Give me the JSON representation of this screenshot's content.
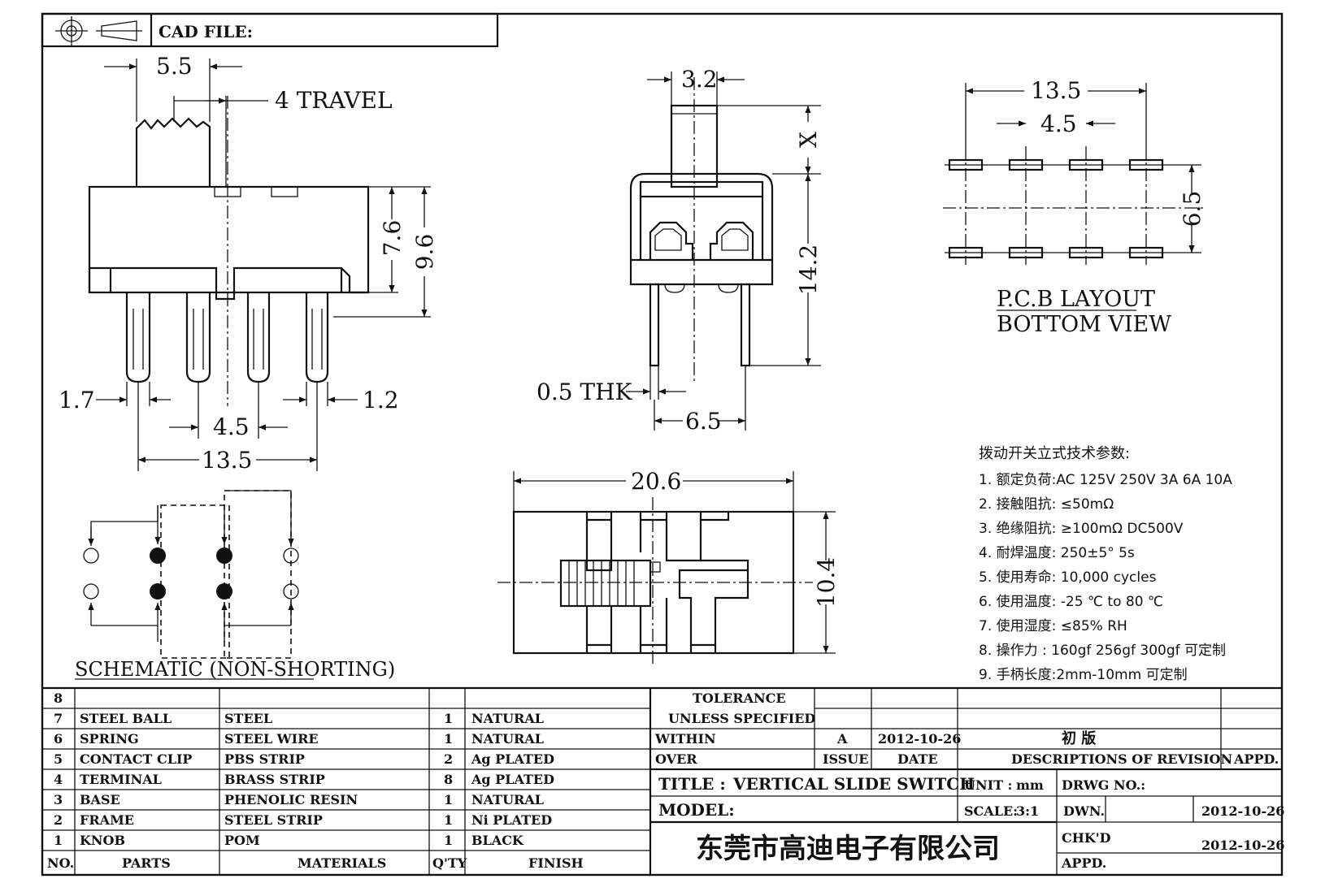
{
  "header": {
    "cad_file_label": "CAD FILE:",
    "projection_symbol": "third-angle-projection-icon"
  },
  "side_view": {
    "dim_knob_width": "5.5",
    "dim_travel": "4 TRAVEL",
    "dim_body_height": "7.6",
    "dim_total_height": "9.6",
    "dim_pin_width": "1.7",
    "dim_pin_width_right": "1.2",
    "dim_pin_pitch": "4.5",
    "dim_overall_pitch": "13.5"
  },
  "end_view": {
    "dim_knob": "3.2",
    "dim_x": "X",
    "dim_height": "14.2",
    "dim_thk": "0.5 THK",
    "dim_pin_span": "6.5"
  },
  "pcb": {
    "dim_total": "13.5",
    "dim_pitch": "4.5",
    "dim_row_gap": "6.5",
    "title_line1": "P.C.B LAYOUT",
    "title_line2": "BOTTOM VIEW"
  },
  "top_view": {
    "dim_length": "20.6",
    "dim_width": "10.4"
  },
  "schematic": {
    "label": "SCHEMATIC (NON-SHORTING)"
  },
  "specs": {
    "heading": "拨动开关立式技术参数:",
    "items": [
      "1.  额定负荷:AC 125V 250V    3A    6A    10A",
      "2.  接触阻抗:  ≤50mΩ",
      "3.  绝缘阻抗:  ≥100mΩ    DC500V",
      "4.  耐焊温度: 250±5°   5s",
      "5.  使用寿命: 10,000 cycles",
      "6.  使用温度: -25  ℃   to 80  ℃",
      "7.  使用湿度:  ≤85% RH",
      "8.  操作力 : 160gf    256gf    300gf   可定制",
      "9.  手柄长度:2mm-10mm    可定制"
    ]
  },
  "bom": {
    "headers": {
      "no": "NO.",
      "parts": "PARTS",
      "materials": "MATERIALS",
      "qty": "Q'TY",
      "finish": "FINISH"
    },
    "rows": [
      {
        "no": "8",
        "part": "",
        "material": "",
        "qty": "",
        "finish": ""
      },
      {
        "no": "7",
        "part": "STEEL BALL",
        "material": "STEEL",
        "qty": "1",
        "finish": "NATURAL"
      },
      {
        "no": "6",
        "part": "SPRING",
        "material": "STEEL WIRE",
        "qty": "1",
        "finish": "NATURAL"
      },
      {
        "no": "5",
        "part": "CONTACT CLIP",
        "material": "PBS STRIP",
        "qty": "2",
        "finish": "Ag PLATED"
      },
      {
        "no": "4",
        "part": "TERMINAL",
        "material": "BRASS STRIP",
        "qty": "8",
        "finish": "Ag PLATED"
      },
      {
        "no": "3",
        "part": "BASE",
        "material": "PHENOLIC RESIN",
        "qty": "1",
        "finish": "NATURAL"
      },
      {
        "no": "2",
        "part": "FRAME",
        "material": "STEEL STRIP",
        "qty": "1",
        "finish": "Ni PLATED"
      },
      {
        "no": "1",
        "part": "KNOB",
        "material": "POM",
        "qty": "1",
        "finish": "BLACK"
      }
    ]
  },
  "title_block": {
    "tolerance": "TOLERANCE",
    "unless_specified": "UNLESS   SPECIFIED",
    "within": "WITHIN",
    "over": "OVER",
    "issue_value": "A",
    "date_value": "2012-10-26",
    "revision_desc": "初  版",
    "issue_label": "ISSUE",
    "date_label": "DATE",
    "desc_label": "DESCRIPTIONS OF REVISION",
    "appd_label": "APPD.",
    "title_label": "TITLE :",
    "title_value": "VERTICAL SLIDE SWITCH",
    "unit_label": "UNIT :",
    "unit_value": "mm",
    "drwg_label": "DRWG NO.:",
    "model_label": "MODEL:",
    "scale_label": "SCALE:",
    "scale_value": "3:1",
    "dwn_label": "DWN.",
    "dwn_date": "2012-10-26",
    "chkd_label": "CHK'D",
    "chkd_date": "2012-10-26",
    "appd2_label": "APPD.",
    "company": "东莞市高迪电子有限公司"
  }
}
